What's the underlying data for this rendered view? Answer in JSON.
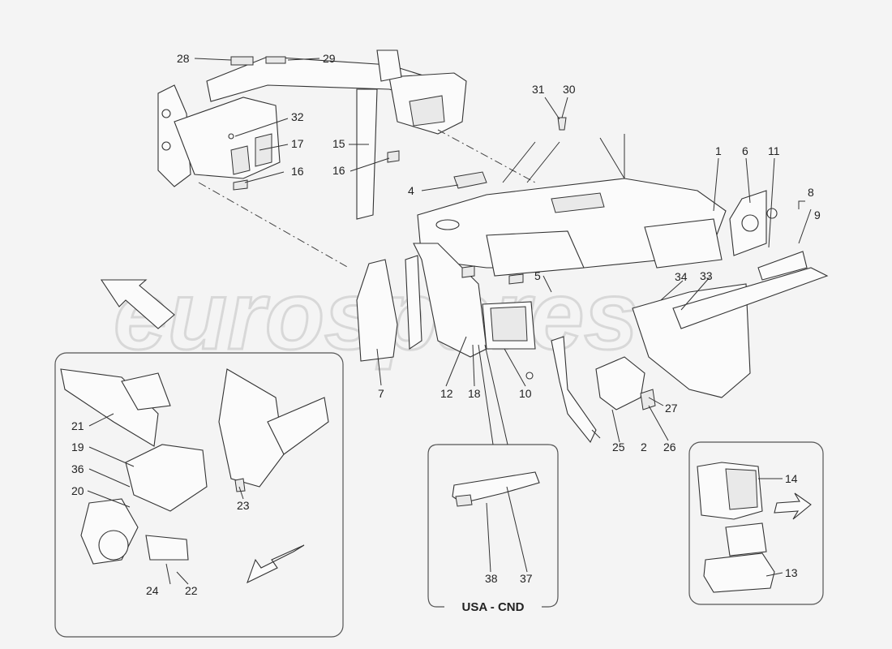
{
  "watermark": "eurospares",
  "usa_box_label": "USA - CND",
  "callouts": {
    "c1": "1",
    "c2": "2",
    "c4": "4",
    "c5": "5",
    "c6": "6",
    "c7": "7",
    "c8": "8",
    "c9": "9",
    "c10": "10",
    "c11": "11",
    "c12": "12",
    "c13": "13",
    "c14": "14",
    "c15": "15",
    "c16a": "16",
    "c16b": "16",
    "c17": "17",
    "c18": "18",
    "c19": "19",
    "c20": "20",
    "c21": "21",
    "c22": "22",
    "c23": "23",
    "c24": "24",
    "c25": "25",
    "c26": "26",
    "c27": "27",
    "c28": "28",
    "c29": "29",
    "c30": "30",
    "c31": "31",
    "c32": "32",
    "c33": "33",
    "c34": "34",
    "c36": "36",
    "c37": "37",
    "c38": "38"
  }
}
